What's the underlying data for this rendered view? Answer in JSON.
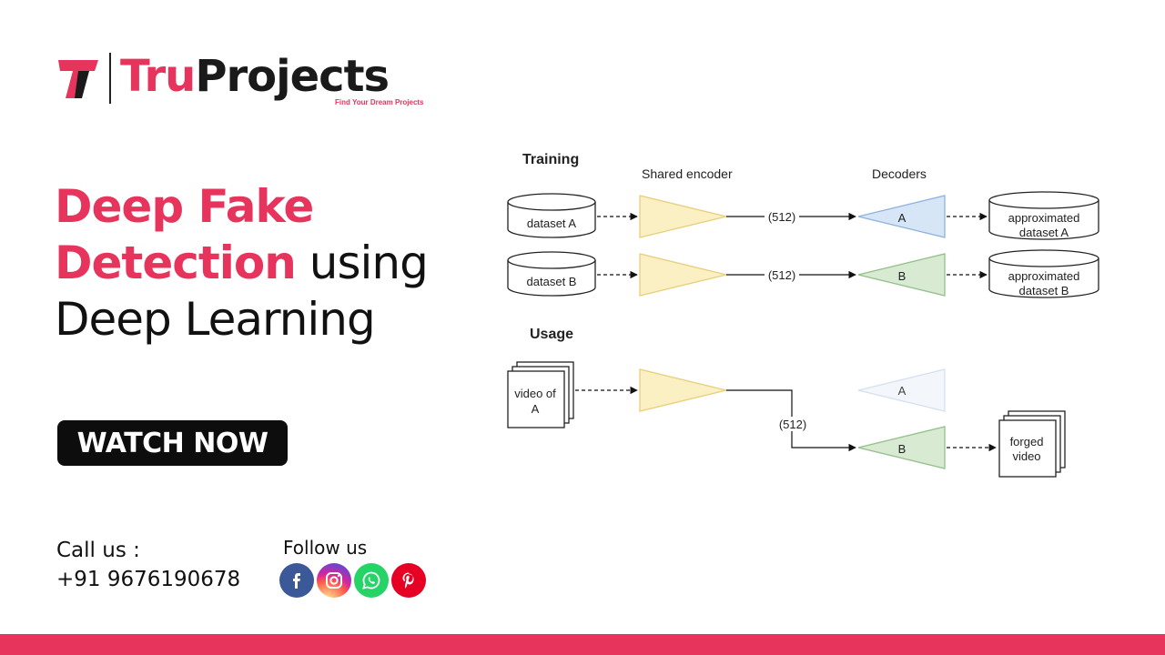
{
  "brand": {
    "name_part1": "Tru",
    "name_part2": "Projects",
    "tagline": "Find Your Dream Projects",
    "accent_color": "#e6345c"
  },
  "title": {
    "line1": "Deep Fake",
    "line2_accent": "Detection",
    "line2_plain": " using",
    "line3": "Deep Learning"
  },
  "cta": {
    "label": "WATCH NOW"
  },
  "contact": {
    "call_label": "Call us :",
    "phone": "+91 9676190678",
    "follow_label": "Follow us",
    "socials": [
      {
        "icon": "facebook-icon",
        "color": "#3b5998"
      },
      {
        "icon": "instagram-icon",
        "color": "#d62976"
      },
      {
        "icon": "whatsapp-icon",
        "color": "#25d366"
      },
      {
        "icon": "pinterest-icon",
        "color": "#e60023"
      }
    ]
  },
  "diagram": {
    "training_label": "Training",
    "shared_encoder_label": "Shared encoder",
    "decoders_label": "Decoders",
    "usage_label": "Usage",
    "dataset_a": "dataset A",
    "dataset_b": "dataset B",
    "latent_1": "(512)",
    "latent_2": "(512)",
    "latent_3": "(512)",
    "decoder_a": "A",
    "decoder_b": "B",
    "decoder_a_faded": "A",
    "decoder_b_usage": "B",
    "approx_a_line1": "approximated",
    "approx_a_line2": "dataset A",
    "approx_b_line1": "approximated",
    "approx_b_line2": "dataset B",
    "video_line1": "video of",
    "video_line2": "A",
    "forged_line1": "forged",
    "forged_line2": "video"
  }
}
